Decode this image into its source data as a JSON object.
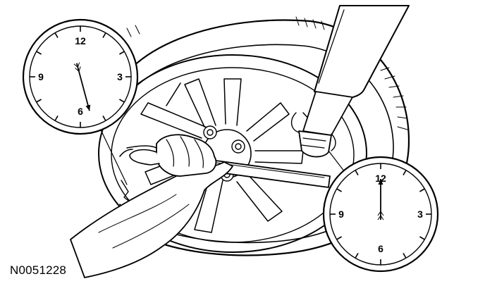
{
  "figure": {
    "code": "N0051228"
  },
  "clocks": [
    {
      "id": "left",
      "labels": {
        "top": "12",
        "right": "3",
        "bottom": "6",
        "left": "9"
      },
      "hand_hour": 5.5
    },
    {
      "id": "right",
      "labels": {
        "top": "12",
        "right": "3",
        "bottom": "6",
        "left": "9"
      },
      "hand_hour": 0
    }
  ],
  "colors": {
    "ink": "#000000",
    "paper": "#ffffff"
  }
}
